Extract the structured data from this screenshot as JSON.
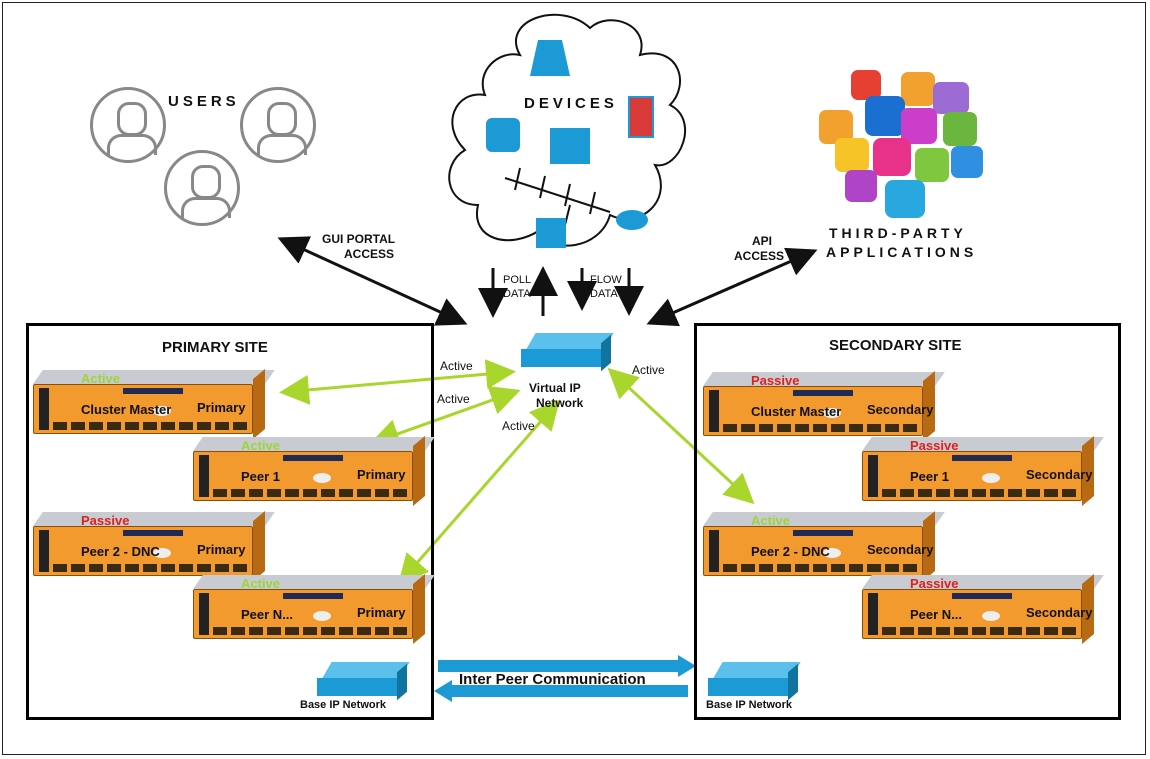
{
  "colors": {
    "active": "#9ed43a",
    "passive": "#e0201b",
    "server_orange": "#f39a2e",
    "switch_blue": "#1c9ad6",
    "link_green": "#a8d62c",
    "inter_peer_blue": "#1c9ad6"
  },
  "users": {
    "title": "USERS"
  },
  "devices": {
    "title": "DEVICES"
  },
  "third_party": {
    "title_line1": "THIRD-PARTY",
    "title_line2": "APPLICATIONS"
  },
  "links": {
    "gui_portal_line1": "GUI PORTAL",
    "gui_portal_line2": "ACCESS",
    "api_line1": "API",
    "api_line2": "ACCESS",
    "poll_line1": "POLL",
    "poll_line2": "DATA",
    "flow_line1": "FLOW",
    "flow_line2": "DATA",
    "active_1": "Active",
    "active_2": "Active",
    "active_3": "Active",
    "active_4": "Active",
    "inter_peer": "Inter Peer Communication"
  },
  "virtual_ip": {
    "line1": "Virtual IP",
    "line2": "Network"
  },
  "primary_site": {
    "title": "PRIMARY SITE",
    "base_ip": "Base IP Network",
    "servers": [
      {
        "status": "Active",
        "name": "Cluster Master",
        "role": "Primary"
      },
      {
        "status": "Active",
        "name": "Peer 1",
        "role": "Primary"
      },
      {
        "status": "Passive",
        "name": "Peer 2 - DNC",
        "role": "Primary"
      },
      {
        "status": "Active",
        "name": "Peer N...",
        "role": "Primary"
      }
    ]
  },
  "secondary_site": {
    "title": "SECONDARY SITE",
    "base_ip": "Base IP Network",
    "servers": [
      {
        "status": "Passive",
        "name": "Cluster Master",
        "role": "Secondary"
      },
      {
        "status": "Passive",
        "name": "Peer 1",
        "role": "Secondary"
      },
      {
        "status": "Active",
        "name": "Peer 2 - DNC",
        "role": "Secondary"
      },
      {
        "status": "Passive",
        "name": "Peer N...",
        "role": "Secondary"
      }
    ]
  }
}
